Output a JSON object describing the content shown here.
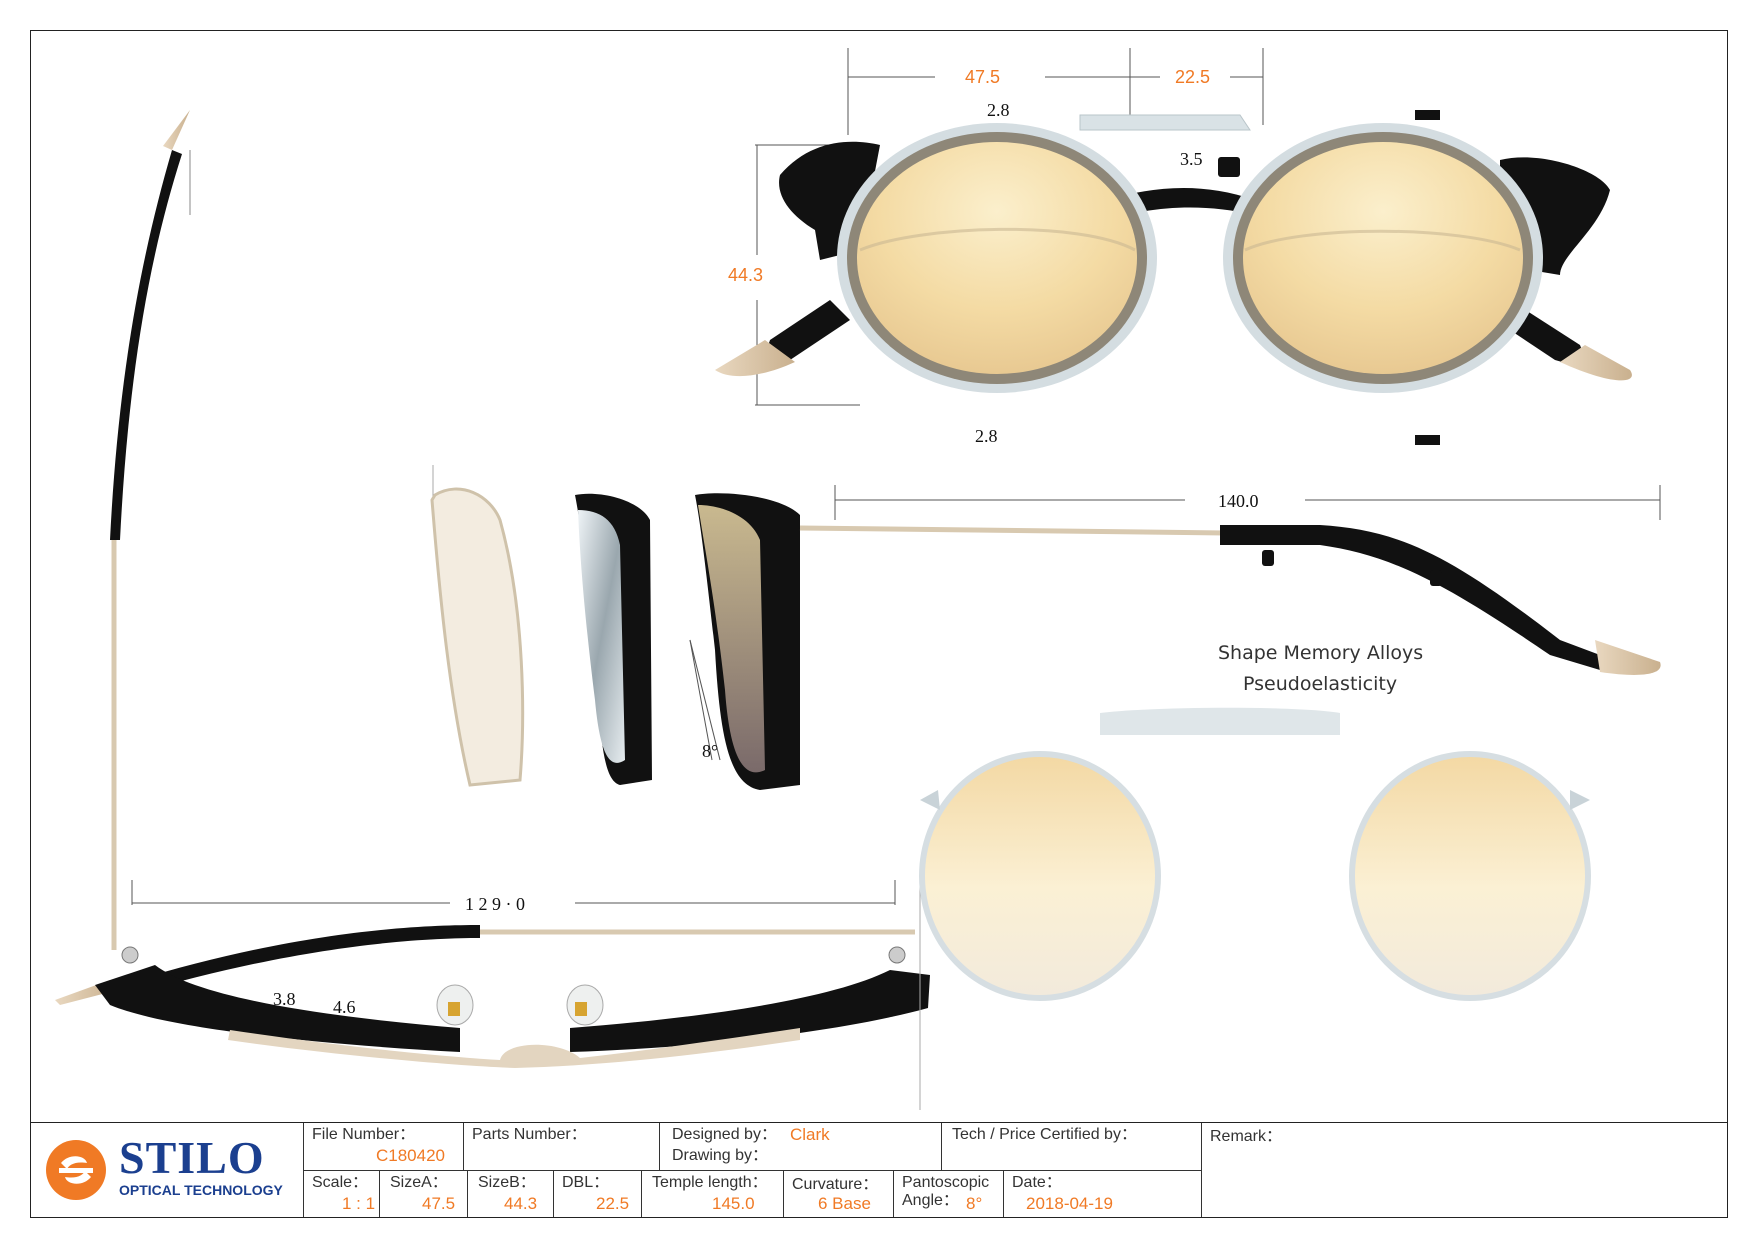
{
  "dimensions": {
    "front_lens_width": "47.5",
    "front_bridge": "22.5",
    "front_lens_height": "44.3",
    "rim_top": "2.8",
    "rim_bottom": "2.8",
    "bridge_thickness": "3.5",
    "side_length": "140.0",
    "overall_width": "1 2 9 · 0",
    "brow_a": "3.8",
    "brow_b": "4.6",
    "tilt_angle": "8°"
  },
  "notes": {
    "alloy_line1": "Shape Memory Alloys",
    "alloy_line2": "Pseudoelasticity"
  },
  "colors": {
    "accent": "#f07a25",
    "brand": "#1b3f8f",
    "lens_tint": "#f6e2b0",
    "frame_black": "#111111",
    "metal_silver": "#c9d6dc"
  },
  "titleblock": {
    "logo": {
      "name": "STILO",
      "tagline": "OPTICAL TECHNOLOGY",
      "icon": "stilo-logo-icon"
    },
    "file_number": {
      "label": "File  Number：",
      "value": "C180420"
    },
    "parts_number": {
      "label": "Parts  Number："
    },
    "designed_by": {
      "label": "Designed by：",
      "value": "Clark"
    },
    "drawing_by": {
      "label": "Drawing by："
    },
    "certified_by": {
      "label": "Tech / Price  Certified  by："
    },
    "remark": {
      "label": "Remark："
    },
    "scale": {
      "label": "Scale：",
      "value": "1 : 1"
    },
    "size_a": {
      "label": "SizeA：",
      "value": "47.5"
    },
    "size_b": {
      "label": "SizeB：",
      "value": "44.3"
    },
    "dbl": {
      "label": "DBL：",
      "value": "22.5"
    },
    "temple_length": {
      "label": "Temple length：",
      "value": "145.0"
    },
    "curvature": {
      "label": "Curvature：",
      "value": "6  Base"
    },
    "pantoscopic": {
      "label_line1": "Pantoscopic",
      "label_line2": "Angle：",
      "value": "8°"
    },
    "date": {
      "label": "Date：",
      "value": "2018-04-19"
    }
  }
}
